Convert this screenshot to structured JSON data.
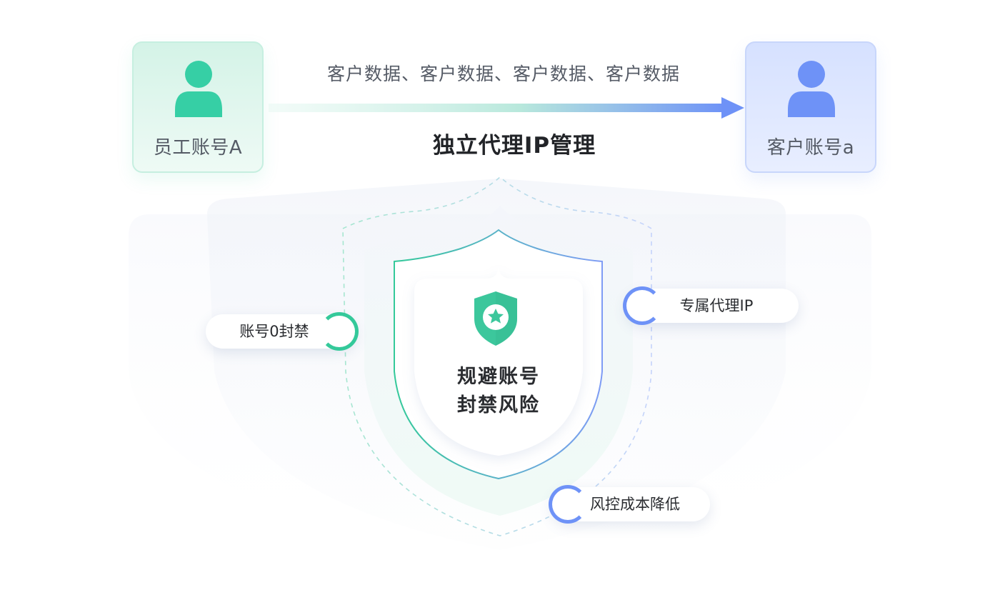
{
  "source_account": {
    "label": "员工账号A",
    "icon": "person-icon",
    "color": "#36cfa5"
  },
  "target_account": {
    "label": "客户账号a",
    "icon": "person-icon",
    "color": "#6e92f7"
  },
  "flow": {
    "data_label": "客户数据、客户数据、客户数据、客户数据",
    "method_label": "独立代理IP管理"
  },
  "shield": {
    "icon": "shield-star-icon",
    "line1": "规避账号",
    "line2": "封禁风险",
    "accent_green": "#34c99a",
    "accent_blue": "#6e92f7"
  },
  "benefits": [
    {
      "label": "账号0封禁",
      "accent": "#34c99a"
    },
    {
      "label": "专属代理IP",
      "accent": "#6e92f7"
    },
    {
      "label": "风控成本降低",
      "accent": "#6e92f7"
    }
  ]
}
